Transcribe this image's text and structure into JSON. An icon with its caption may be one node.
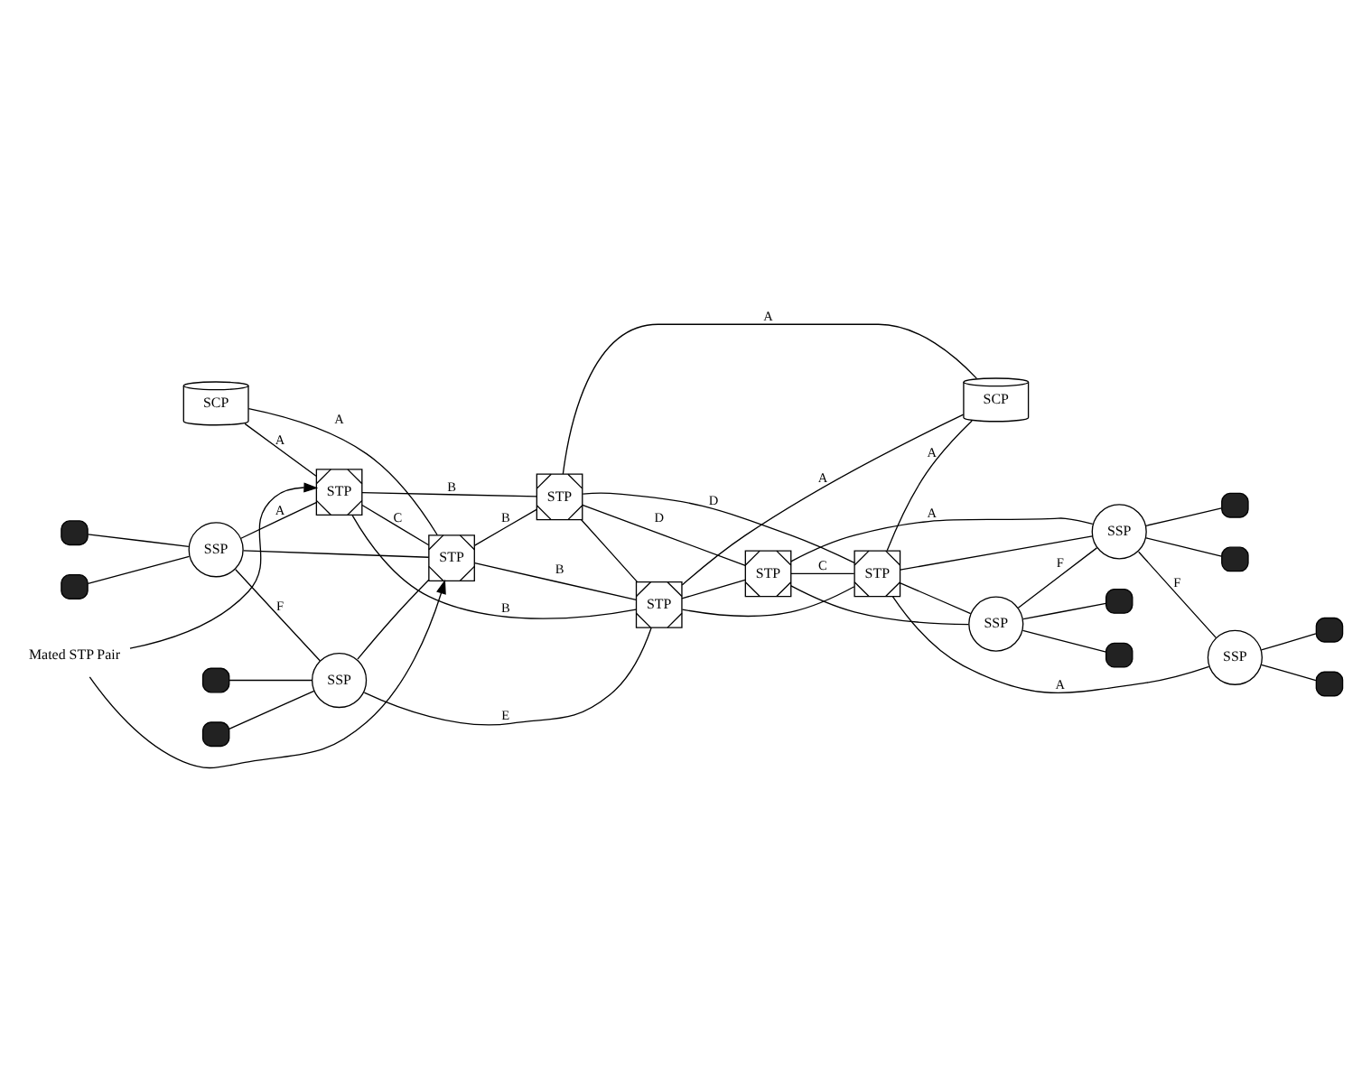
{
  "diagram": {
    "nodes": [
      {
        "text": [
          "SCP"
        ]
      },
      {
        "text": [
          "STP"
        ]
      },
      {
        "text": [
          "STP"
        ]
      },
      {
        "text": [
          "STP"
        ]
      },
      {
        "text": [
          "STP"
        ]
      },
      {
        "text": [
          "STP"
        ]
      },
      {
        "text": [
          "STP"
        ]
      },
      {
        "text": [
          "SCP"
        ]
      },
      {
        "text": [
          "SSP"
        ]
      },
      {
        "text": [
          "SSP"
        ]
      },
      {
        "text": [
          "SSP"
        ]
      },
      {
        "text": [
          "SSP"
        ]
      },
      {
        "text": [
          "SSP"
        ]
      },
      {
        "text": [
          "Mated STP Pair"
        ]
      },
      {
        "text": [],
        "shape": "telephone"
      },
      {
        "text": [],
        "shape": "telephone"
      },
      {
        "text": [],
        "shape": "telephone"
      },
      {
        "text": [],
        "shape": "telephone"
      },
      {
        "text": [],
        "shape": "telephone"
      },
      {
        "text": [],
        "shape": "telephone"
      },
      {
        "text": [],
        "shape": "telephone"
      },
      {
        "text": [],
        "shape": "telephone"
      },
      {
        "text": [],
        "shape": "telephone"
      },
      {
        "text": [],
        "shape": "telephone"
      }
    ],
    "edges": [
      {
        "from": 14,
        "to": 8,
        "arrow": "none"
      },
      {
        "from": 15,
        "to": 8,
        "arrow": "none"
      },
      {
        "from": 16,
        "to": 9,
        "arrow": "none"
      },
      {
        "from": 17,
        "to": 9,
        "arrow": "none"
      },
      {
        "from": 0,
        "to": 1,
        "arrow": "none",
        "label": "A"
      },
      {
        "from": 0,
        "to": 2,
        "arrow": "none",
        "label": "A"
      },
      {
        "from": 8,
        "to": 1,
        "arrow": "none",
        "label": "A"
      },
      {
        "from": 8,
        "to": 2,
        "arrow": "none"
      },
      {
        "from": 8,
        "to": 9,
        "arrow": "none",
        "label": "F"
      },
      {
        "from": 9,
        "to": 2,
        "arrow": "none"
      },
      {
        "from": 9,
        "to": 4,
        "arrow": "none",
        "label": "E"
      },
      {
        "from": 1,
        "to": 2,
        "arrow": "none",
        "label": "C"
      },
      {
        "from": 1,
        "to": 3,
        "arrow": "none",
        "label": "B"
      },
      {
        "from": 1,
        "to": 4,
        "arrow": "none",
        "label": "B"
      },
      {
        "from": 2,
        "to": 3,
        "arrow": "none",
        "label": "B"
      },
      {
        "from": 2,
        "to": 4,
        "arrow": "none",
        "label": "B"
      },
      {
        "from": 3,
        "to": 4,
        "arrow": "none"
      },
      {
        "from": 3,
        "to": 7,
        "arrow": "none",
        "label": "A"
      },
      {
        "from": 4,
        "to": 7,
        "arrow": "none",
        "label": "A"
      },
      {
        "from": 3,
        "to": 5,
        "arrow": "none",
        "label": "D"
      },
      {
        "from": 3,
        "to": 6,
        "arrow": "none",
        "label": "D"
      },
      {
        "from": 4,
        "to": 5,
        "arrow": "none"
      },
      {
        "from": 4,
        "to": 6,
        "arrow": "none"
      },
      {
        "from": 5,
        "to": 6,
        "arrow": "none",
        "label": "C"
      },
      {
        "from": 5,
        "to": 10,
        "arrow": "none"
      },
      {
        "from": 5,
        "to": 11,
        "arrow": "none",
        "label": "A"
      },
      {
        "from": 6,
        "to": 10,
        "arrow": "none"
      },
      {
        "from": 6,
        "to": 11,
        "arrow": "none"
      },
      {
        "from": 6,
        "to": 12,
        "arrow": "none",
        "label": "A"
      },
      {
        "from": 6,
        "to": 7,
        "arrow": "none",
        "label": "A"
      },
      {
        "from": 10,
        "to": 11,
        "arrow": "none",
        "label": "F"
      },
      {
        "from": 11,
        "to": 12,
        "arrow": "none",
        "label": "F"
      },
      {
        "from": 10,
        "to": 18,
        "arrow": "none"
      },
      {
        "from": 10,
        "to": 19,
        "arrow": "none"
      },
      {
        "from": 11,
        "to": 20,
        "arrow": "none"
      },
      {
        "from": 11,
        "to": 21,
        "arrow": "none"
      },
      {
        "from": 12,
        "to": 22,
        "arrow": "none"
      },
      {
        "from": 12,
        "to": 23,
        "arrow": "none"
      },
      {
        "from": 13,
        "to": 1,
        "arrow": "to"
      },
      {
        "from": 13,
        "to": 2,
        "arrow": "to"
      }
    ]
  }
}
